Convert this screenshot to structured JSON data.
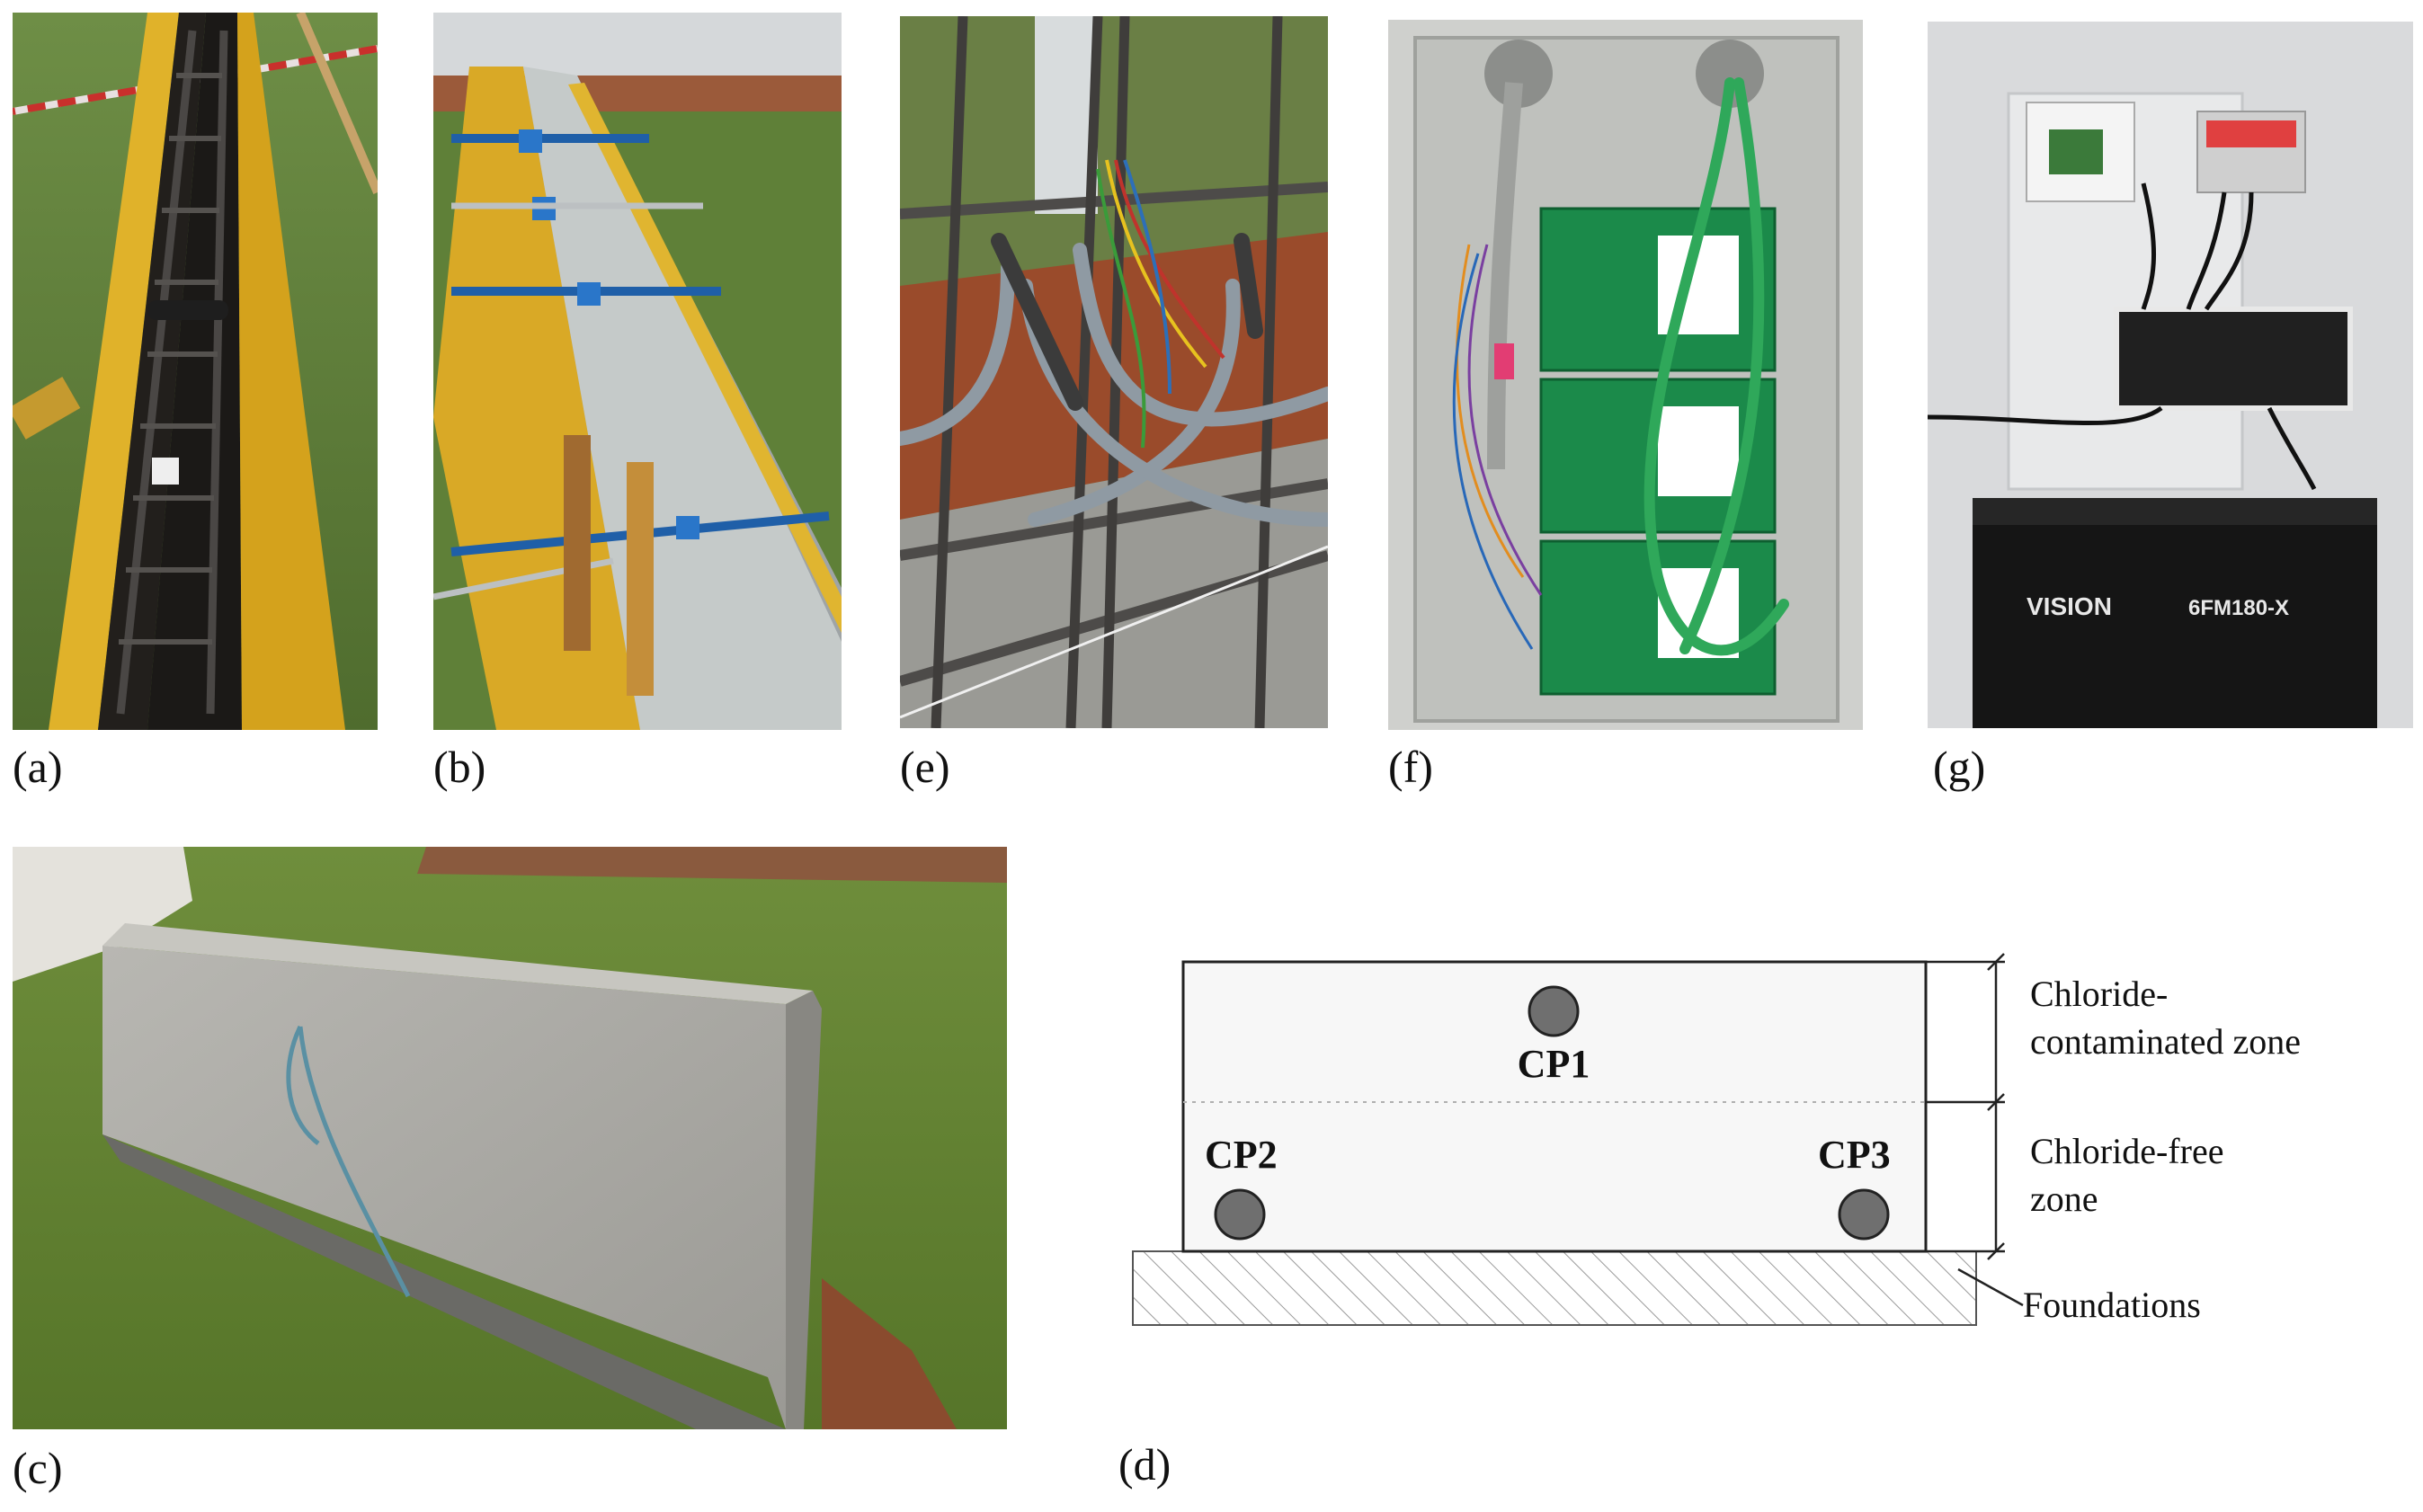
{
  "panels": [
    {
      "id": "a",
      "label": "(a)",
      "content": "photo"
    },
    {
      "id": "b",
      "label": "(b)",
      "content": "photo"
    },
    {
      "id": "e",
      "label": "(e)",
      "content": "photo"
    },
    {
      "id": "f",
      "label": "(f)",
      "content": "photo"
    },
    {
      "id": "g",
      "label": "(g)",
      "content": "photo"
    },
    {
      "id": "c",
      "label": "(c)",
      "content": "photo"
    },
    {
      "id": "d",
      "label": "(d)",
      "content": "diagram"
    }
  ],
  "diagram": {
    "probes": [
      "CP1",
      "CP2",
      "CP3"
    ],
    "zones": [
      "Chloride-contaminated zone",
      "Chloride-free zone"
    ],
    "zone_lines": [
      [
        "Chloride-",
        "contaminated zone"
      ],
      [
        "Chloride-free",
        "zone"
      ]
    ],
    "base_label": "Foundations"
  },
  "photo_g": {
    "battery_brand": "VISION",
    "battery_model": "6FM180-X"
  }
}
